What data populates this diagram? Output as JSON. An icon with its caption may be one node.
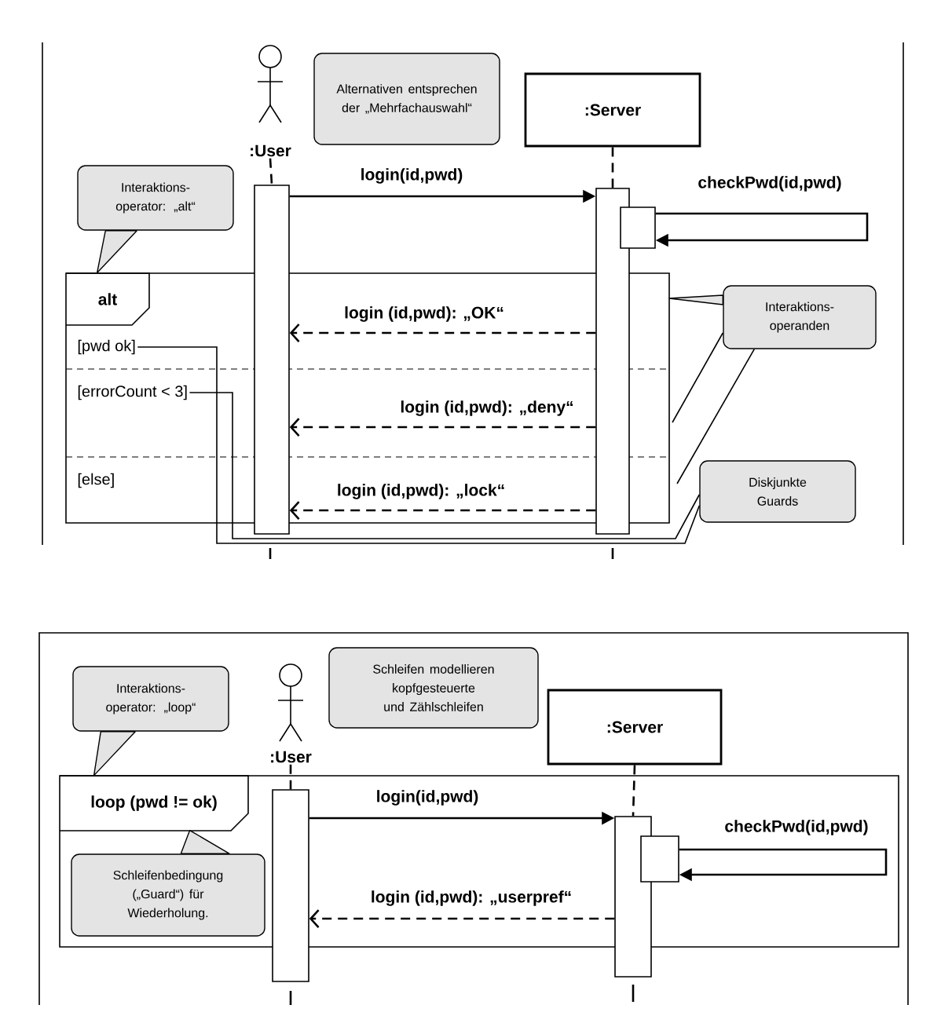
{
  "diagram": {
    "nodes": [
      {
        "text": [
          ":User"
        ]
      },
      {
        "text": [
          "Alternativen entsprechen der „Mehrfachauswahl“"
        ]
      },
      {
        "text": [
          ":Server"
        ]
      },
      {
        "text": [
          "Interaktions- operator: „alt“"
        ]
      },
      {
        "text": [],
        "shape": "bar"
      },
      {
        "text": [],
        "shape": "bar"
      },
      {
        "text": [],
        "shape": "bar"
      },
      {
        "text": [
          "alt"
        ]
      },
      {
        "text": [
          "[pwd ok]"
        ]
      },
      {
        "text": [
          "[errorCount < 3]"
        ]
      },
      {
        "text": [
          "[else]"
        ]
      },
      {
        "text": [
          "Interaktions- operanden"
        ]
      },
      {
        "text": [
          "Diskjunkte Guards"
        ]
      },
      {
        "text": [
          "Interaktions- operator: „loop“"
        ]
      },
      {
        "text": [
          ":User"
        ]
      },
      {
        "text": [
          "Schleifen modellieren kopfgesteuerte und Zählschleifen"
        ]
      },
      {
        "text": [
          ":Server"
        ]
      },
      {
        "text": [
          "loop (pwd != ok)"
        ]
      },
      {
        "text": [],
        "shape": "bar"
      },
      {
        "text": [],
        "shape": "bar"
      },
      {
        "text": [],
        "shape": "bar"
      },
      {
        "text": [
          "Schleifenbedingung („Guard“) für Wiederholung."
        ]
      }
    ],
    "edges": [
      {
        "from": 0,
        "to": 4,
        "arrow": "none",
        "style": "dashed"
      },
      {
        "from": 2,
        "to": 5,
        "arrow": "none",
        "style": "dashed"
      },
      {
        "from": 3,
        "to": 7,
        "arrow": "to"
      },
      {
        "from": 4,
        "to": 5,
        "arrow": "to",
        "label": "login(id,pwd)"
      },
      {
        "from": 6,
        "to": 6,
        "arrow": "to",
        "label": "checkPwd(id,pwd)"
      },
      {
        "from": 5,
        "to": 4,
        "arrow": "to",
        "label": "login (id,pwd): „OK“",
        "style": "dashed"
      },
      {
        "from": 5,
        "to": 4,
        "arrow": "to",
        "label": "login (id,pwd): „deny“",
        "style": "dashed"
      },
      {
        "from": 5,
        "to": 4,
        "arrow": "to",
        "label": "login (id,pwd): „lock“",
        "style": "dashed"
      },
      {
        "from": 11,
        "to": null,
        "arrow": "to"
      },
      {
        "from": 11,
        "to": null,
        "arrow": "none"
      },
      {
        "from": 11,
        "to": null,
        "arrow": "none"
      },
      {
        "from": 12,
        "to": 8,
        "arrow": "none"
      },
      {
        "from": 12,
        "to": 9,
        "arrow": "none"
      },
      {
        "from": 14,
        "to": 18,
        "arrow": "none",
        "style": "dashed"
      },
      {
        "from": 16,
        "to": 19,
        "arrow": "none",
        "style": "dashed"
      },
      {
        "from": 13,
        "to": 17,
        "arrow": "to"
      },
      {
        "from": 18,
        "to": 19,
        "arrow": "to",
        "label": "login(id,pwd)"
      },
      {
        "from": 20,
        "to": 20,
        "arrow": "to",
        "label": "checkPwd(id,pwd)"
      },
      {
        "from": 19,
        "to": 18,
        "arrow": "to",
        "label": "login (id,pwd): „userpref“",
        "style": "dashed"
      },
      {
        "from": 21,
        "to": 17,
        "arrow": "to"
      }
    ]
  }
}
